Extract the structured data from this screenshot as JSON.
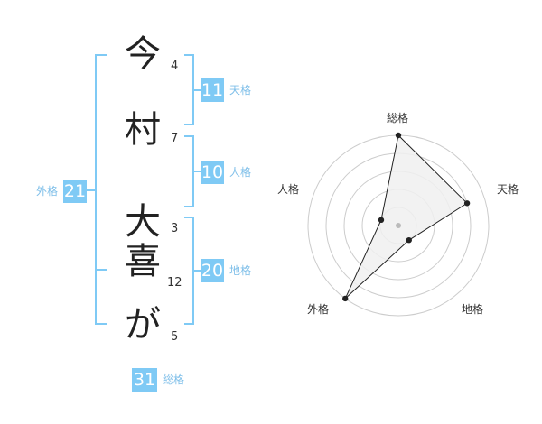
{
  "name": {
    "chars": [
      {
        "char": "今",
        "strokes": "4"
      },
      {
        "char": "村",
        "strokes": "7"
      },
      {
        "char": "大",
        "strokes": "3"
      },
      {
        "char": "喜",
        "strokes": "12"
      },
      {
        "char": "が",
        "strokes": "5"
      }
    ]
  },
  "fortune": {
    "tenkaku": {
      "value": "11",
      "label": "天格"
    },
    "jinkaku": {
      "value": "10",
      "label": "人格"
    },
    "chikaku": {
      "value": "20",
      "label": "地格"
    },
    "gaikaku": {
      "value": "21",
      "label": "外格"
    },
    "soukaku": {
      "value": "31",
      "label": "総格"
    }
  },
  "colors": {
    "accent": "#7fcaf5",
    "accent_text": "#7fbfe9",
    "grid": "#cccccc",
    "fill": "#f0f0f0"
  },
  "chart_data": {
    "type": "radar",
    "axes": [
      "総格",
      "天格",
      "地格",
      "外格",
      "人格"
    ],
    "values": [
      5,
      4,
      1,
      5,
      1
    ],
    "max": 5,
    "rings": 5
  }
}
